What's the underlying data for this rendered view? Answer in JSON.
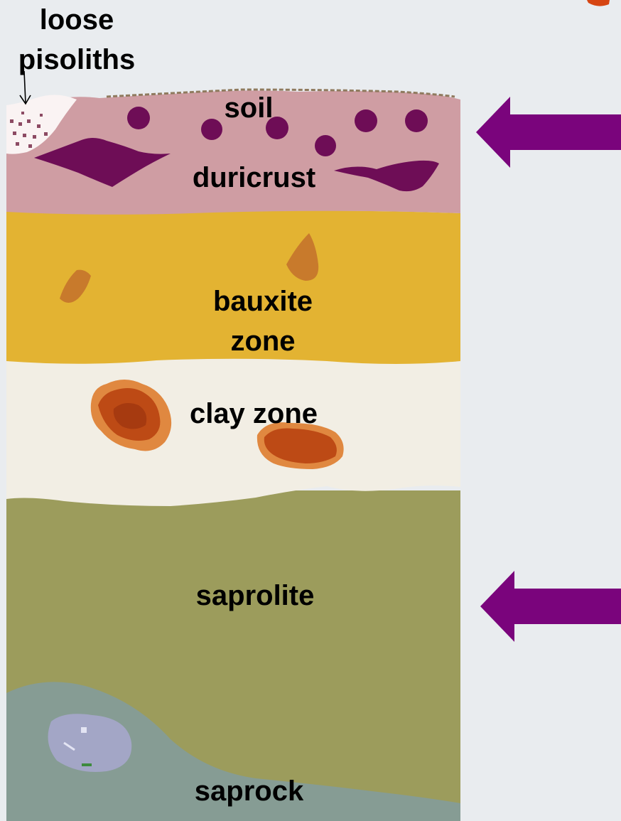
{
  "callout": {
    "line1": "loose",
    "line2": "pisoliths"
  },
  "layers": {
    "soil": "soil",
    "duricrust": "duricrust",
    "bauxite_line1": "bauxite",
    "bauxite_line2": "zone",
    "clay": "clay zone",
    "saprolite": "saprolite",
    "saprock": "saprock"
  },
  "colors": {
    "background": "#e9ecef",
    "soil_duricrust": "#cf9da3",
    "bauxite": "#e3b332",
    "clay": "#f2eee4",
    "saprolite": "#9c9c5c",
    "saprock": "#869c94",
    "nodule_dark": "#6e0d56",
    "arrow": "#7a047c",
    "laterite_nodule": "#bd4a15",
    "corner_mark": "#d64512"
  },
  "icons": {
    "arrows": [
      "left-arrow-icon",
      "left-arrow-icon"
    ],
    "pointer": "down-arrow-icon"
  }
}
